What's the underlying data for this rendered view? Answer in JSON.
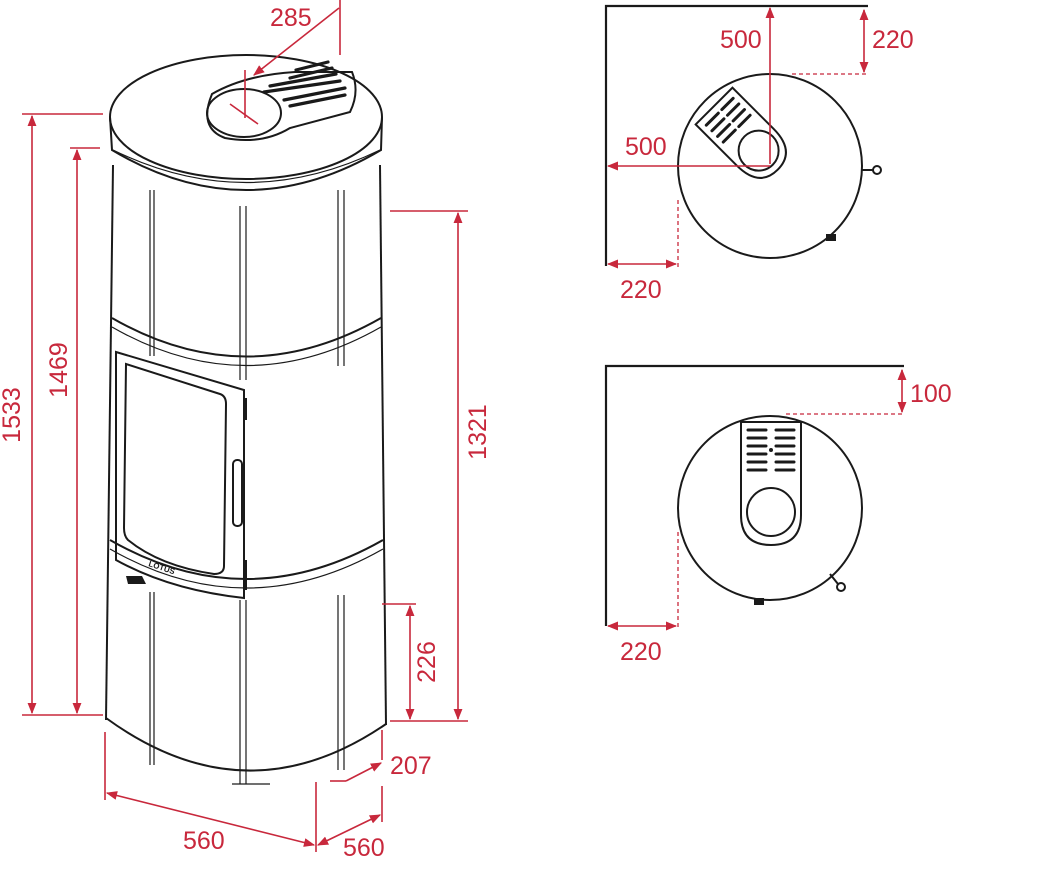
{
  "colors": {
    "dimension": "#c8283c",
    "outline": "#1a1a1a",
    "background": "#ffffff"
  },
  "stove": {
    "brand_label": "LOTUS"
  },
  "dimensions": {
    "top_width": "285",
    "overall_height": "1533",
    "body_height": "1469",
    "height_to_upper_band": "1321",
    "height_to_lower_band": "226",
    "base_offset": "207",
    "width": "560",
    "depth": "560"
  },
  "corner_plan": {
    "wall_to_outlet_y": "500",
    "rear_clearance": "220",
    "wall_to_outlet_x": "500",
    "side_clearance": "220"
  },
  "parallel_plan": {
    "rear_clearance": "100",
    "side_clearance": "220"
  }
}
